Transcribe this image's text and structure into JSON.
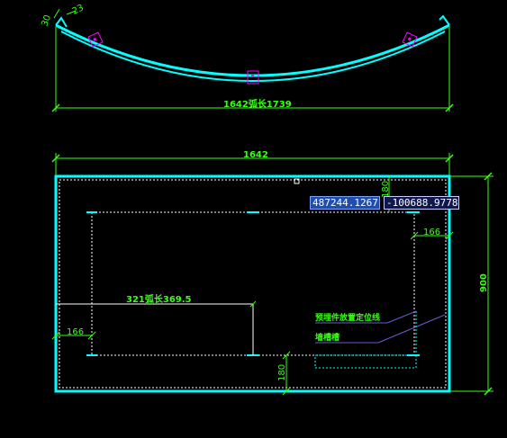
{
  "drawing": {
    "colors": {
      "background": "#000000",
      "outline": "#00ffff",
      "dimension": "#39ff14",
      "marker": "#ff00ff",
      "note_line": "#6a5acd",
      "dashed": "#ffffff"
    },
    "top_view": {
      "angle_left": "30",
      "angle_right": "23",
      "width_label": "1642弧长1739"
    },
    "front_view": {
      "width_label": "1642",
      "height_label": "900",
      "arc_label": "321弧长369.5",
      "left_offset_label": "166",
      "right_offset_label": "166",
      "bottom_offset_label": "180",
      "top_offset_label": "180",
      "note_1": "预埋件放置定位线",
      "note_2": "墙槽槽"
    },
    "cursor": {
      "x_value": "487244.1267",
      "y_value": "-100688.9778"
    }
  }
}
